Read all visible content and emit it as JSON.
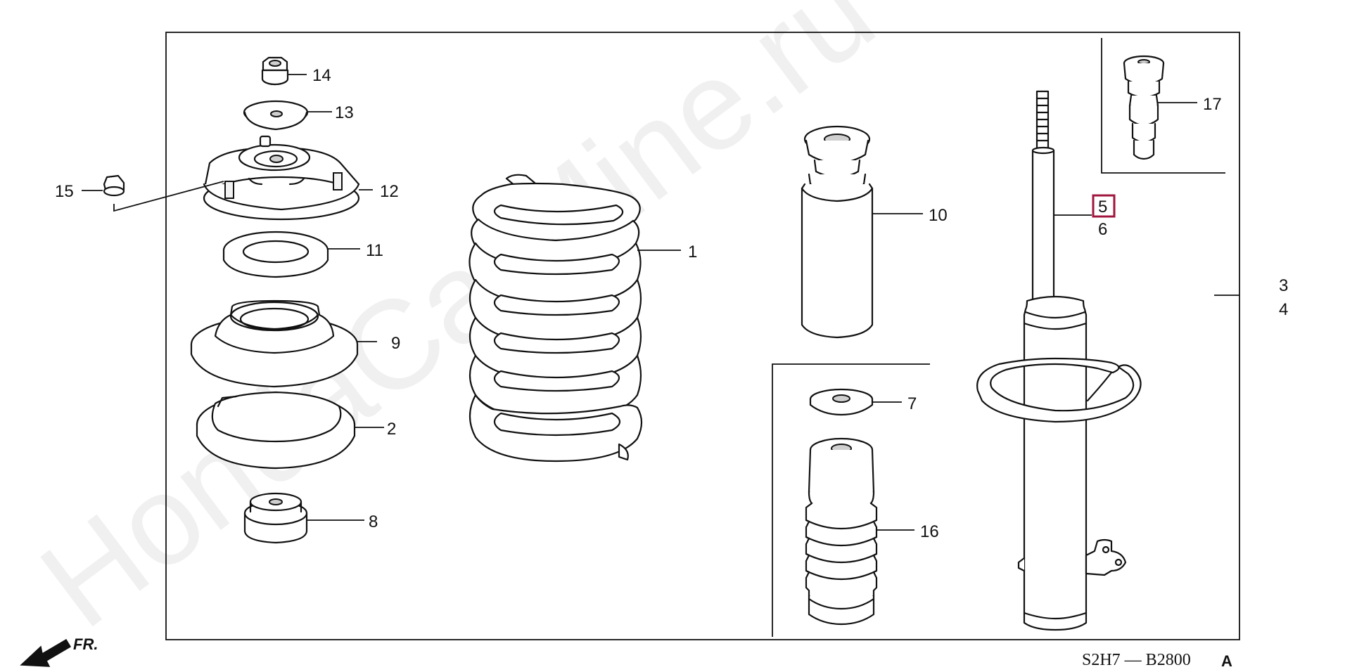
{
  "watermark": "HondaCarMine.ru",
  "diagram_code": "S2H7 — B2800",
  "diagram_code_suffix": "A",
  "direction_label": "FR.",
  "highlight_color": "#a0153e",
  "callouts": {
    "c1": "1",
    "c2": "2",
    "c3": "3",
    "c4": "4",
    "c5": "5",
    "c6": "6",
    "c7": "7",
    "c8": "8",
    "c9": "9",
    "c10": "10",
    "c11": "11",
    "c12": "12",
    "c13": "13",
    "c14": "14",
    "c15": "15",
    "c16": "16",
    "c17": "17"
  },
  "highlighted_callout": "5"
}
